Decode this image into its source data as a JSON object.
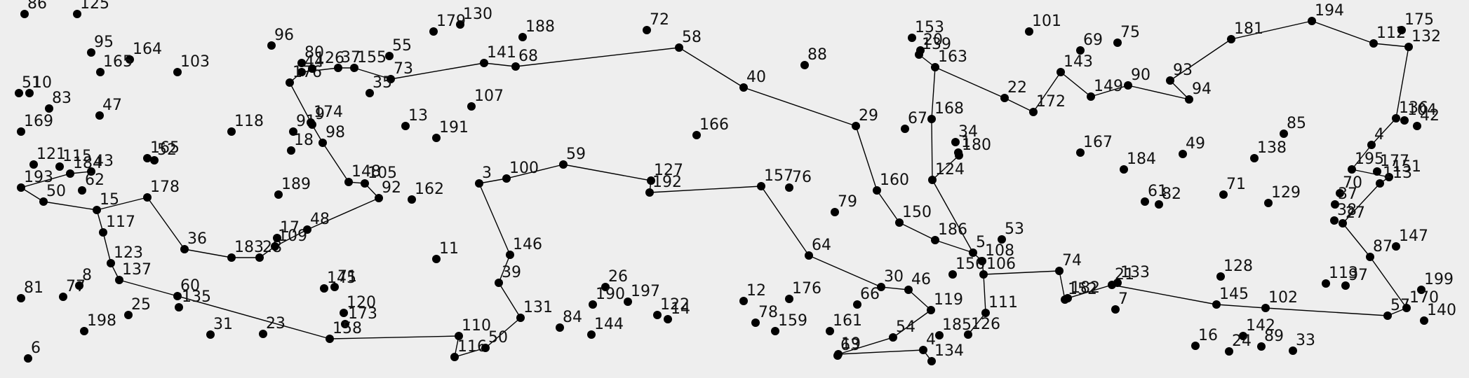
{
  "nodes": [
    {
      "id": "86"
    },
    {
      "id": "125"
    },
    {
      "id": "95"
    },
    {
      "id": "164"
    },
    {
      "id": "165"
    },
    {
      "id": "103"
    },
    {
      "id": "51"
    },
    {
      "id": "10"
    },
    {
      "id": "83"
    },
    {
      "id": "47"
    },
    {
      "id": "169"
    },
    {
      "id": "121"
    },
    {
      "id": "115"
    },
    {
      "id": "184"
    },
    {
      "id": "43"
    },
    {
      "id": "193"
    },
    {
      "id": "62"
    },
    {
      "id": "50"
    },
    {
      "id": "15"
    },
    {
      "id": "178"
    },
    {
      "id": "117"
    },
    {
      "id": "123"
    },
    {
      "id": "137"
    },
    {
      "id": "36"
    },
    {
      "id": "183"
    },
    {
      "id": "28"
    },
    {
      "id": "81"
    },
    {
      "id": "77"
    },
    {
      "id": "8"
    },
    {
      "id": "25"
    },
    {
      "id": "198"
    },
    {
      "id": "60"
    },
    {
      "id": "135"
    },
    {
      "id": "31"
    },
    {
      "id": "23"
    },
    {
      "id": "6"
    },
    {
      "id": "118"
    },
    {
      "id": "165b",
      "label": "165"
    },
    {
      "id": "52"
    },
    {
      "id": "96"
    },
    {
      "id": "80"
    },
    {
      "id": "44"
    },
    {
      "id": "176"
    },
    {
      "id": "126b",
      "label": "126"
    },
    {
      "id": "37"
    },
    {
      "id": "155"
    },
    {
      "id": "189"
    },
    {
      "id": "18"
    },
    {
      "id": "91"
    },
    {
      "id": "174"
    },
    {
      "id": "9"
    },
    {
      "id": "98"
    },
    {
      "id": "148"
    },
    {
      "id": "105"
    },
    {
      "id": "92"
    },
    {
      "id": "17"
    },
    {
      "id": "109"
    },
    {
      "id": "48"
    },
    {
      "id": "145"
    },
    {
      "id": "71"
    },
    {
      "id": "120"
    },
    {
      "id": "173"
    },
    {
      "id": "158"
    },
    {
      "id": "55"
    },
    {
      "id": "73"
    },
    {
      "id": "35"
    },
    {
      "id": "13"
    },
    {
      "id": "191"
    },
    {
      "id": "162"
    },
    {
      "id": "11"
    },
    {
      "id": "179"
    },
    {
      "id": "130"
    },
    {
      "id": "188"
    },
    {
      "id": "141"
    },
    {
      "id": "68"
    },
    {
      "id": "107"
    },
    {
      "id": "72"
    },
    {
      "id": "58"
    },
    {
      "id": "3"
    },
    {
      "id": "100"
    },
    {
      "id": "59"
    },
    {
      "id": "127"
    },
    {
      "id": "192"
    },
    {
      "id": "146"
    },
    {
      "id": "39"
    },
    {
      "id": "131"
    },
    {
      "id": "110"
    },
    {
      "id": "116"
    },
    {
      "id": "50b",
      "label": "50"
    },
    {
      "id": "84"
    },
    {
      "id": "26"
    },
    {
      "id": "190"
    },
    {
      "id": "197"
    },
    {
      "id": "144"
    },
    {
      "id": "122"
    },
    {
      "id": "14"
    },
    {
      "id": "40"
    },
    {
      "id": "88"
    },
    {
      "id": "166"
    },
    {
      "id": "157"
    },
    {
      "id": "76"
    },
    {
      "id": "79"
    },
    {
      "id": "64"
    },
    {
      "id": "12"
    },
    {
      "id": "176b",
      "label": "176"
    },
    {
      "id": "78"
    },
    {
      "id": "159"
    },
    {
      "id": "161"
    },
    {
      "id": "63"
    },
    {
      "id": "19"
    },
    {
      "id": "29"
    },
    {
      "id": "160"
    },
    {
      "id": "150"
    },
    {
      "id": "30"
    },
    {
      "id": "66"
    },
    {
      "id": "46"
    },
    {
      "id": "54"
    },
    {
      "id": "119"
    },
    {
      "id": "153"
    },
    {
      "id": "20"
    },
    {
      "id": "139"
    },
    {
      "id": "163"
    },
    {
      "id": "67"
    },
    {
      "id": "168"
    },
    {
      "id": "34"
    },
    {
      "id": "1"
    },
    {
      "id": "180"
    },
    {
      "id": "124"
    },
    {
      "id": "186"
    },
    {
      "id": "5"
    },
    {
      "id": "53"
    },
    {
      "id": "156"
    },
    {
      "id": "108"
    },
    {
      "id": "106"
    },
    {
      "id": "111"
    },
    {
      "id": "185"
    },
    {
      "id": "126"
    },
    {
      "id": "4b",
      "label": "4"
    },
    {
      "id": "134"
    },
    {
      "id": "101"
    },
    {
      "id": "22"
    },
    {
      "id": "172"
    },
    {
      "id": "143"
    },
    {
      "id": "69"
    },
    {
      "id": "149"
    },
    {
      "id": "75"
    },
    {
      "id": "90"
    },
    {
      "id": "93"
    },
    {
      "id": "94"
    },
    {
      "id": "167"
    },
    {
      "id": "184b",
      "label": "184"
    },
    {
      "id": "61"
    },
    {
      "id": "82"
    },
    {
      "id": "49"
    },
    {
      "id": "74"
    },
    {
      "id": "152"
    },
    {
      "id": "182"
    },
    {
      "id": "21"
    },
    {
      "id": "133"
    },
    {
      "id": "7"
    },
    {
      "id": "128"
    },
    {
      "id": "145b",
      "label": "145"
    },
    {
      "id": "102"
    },
    {
      "id": "16"
    },
    {
      "id": "142"
    },
    {
      "id": "24"
    },
    {
      "id": "89"
    },
    {
      "id": "33"
    },
    {
      "id": "181"
    },
    {
      "id": "194"
    },
    {
      "id": "112"
    },
    {
      "id": "175"
    },
    {
      "id": "132"
    },
    {
      "id": "136"
    },
    {
      "id": "104"
    },
    {
      "id": "42"
    },
    {
      "id": "85"
    },
    {
      "id": "138"
    },
    {
      "id": "4"
    },
    {
      "id": "71b",
      "label": "71"
    },
    {
      "id": "129"
    },
    {
      "id": "70"
    },
    {
      "id": "195"
    },
    {
      "id": "177"
    },
    {
      "id": "151"
    },
    {
      "id": "113"
    },
    {
      "id": "37b",
      "label": "37"
    },
    {
      "id": "38"
    },
    {
      "id": "27"
    },
    {
      "id": "87"
    },
    {
      "id": "147"
    },
    {
      "id": "113b",
      "label": "113"
    },
    {
      "id": "97"
    },
    {
      "id": "199"
    },
    {
      "id": "57"
    },
    {
      "id": "170"
    },
    {
      "id": "140"
    }
  ],
  "edges": [
    [
      "193",
      "184"
    ],
    [
      "184",
      "43"
    ],
    [
      "193",
      "50"
    ],
    [
      "50",
      "15"
    ],
    [
      "15",
      "117"
    ],
    [
      "117",
      "123"
    ],
    [
      "123",
      "137"
    ],
    [
      "137",
      "60"
    ],
    [
      "60",
      "158"
    ],
    [
      "158",
      "110"
    ],
    [
      "110",
      "116"
    ],
    [
      "116",
      "50b"
    ],
    [
      "50b",
      "131"
    ],
    [
      "131",
      "39"
    ],
    [
      "39",
      "146"
    ],
    [
      "146",
      "3"
    ],
    [
      "3",
      "100"
    ],
    [
      "100",
      "59"
    ],
    [
      "59",
      "127"
    ],
    [
      "127",
      "192"
    ],
    [
      "192",
      "157"
    ],
    [
      "157",
      "64"
    ],
    [
      "64",
      "30"
    ],
    [
      "30",
      "46"
    ],
    [
      "46",
      "119"
    ],
    [
      "119",
      "54"
    ],
    [
      "54",
      "19"
    ],
    [
      "19",
      "4b"
    ],
    [
      "4b",
      "134"
    ],
    [
      "15",
      "178"
    ],
    [
      "178",
      "36"
    ],
    [
      "36",
      "183"
    ],
    [
      "183",
      "28"
    ],
    [
      "28",
      "109"
    ],
    [
      "109",
      "48"
    ],
    [
      "48",
      "92"
    ],
    [
      "92",
      "105"
    ],
    [
      "105",
      "148"
    ],
    [
      "148",
      "98"
    ],
    [
      "98",
      "174"
    ],
    [
      "174",
      "9"
    ],
    [
      "9",
      "176"
    ],
    [
      "176",
      "44"
    ],
    [
      "44",
      "37"
    ],
    [
      "37",
      "155"
    ],
    [
      "155",
      "73"
    ],
    [
      "73",
      "141"
    ],
    [
      "141",
      "68"
    ],
    [
      "68",
      "58"
    ],
    [
      "58",
      "40"
    ],
    [
      "40",
      "29"
    ],
    [
      "29",
      "160"
    ],
    [
      "160",
      "150"
    ],
    [
      "150",
      "186"
    ],
    [
      "186",
      "5"
    ],
    [
      "5",
      "124"
    ],
    [
      "124",
      "168"
    ],
    [
      "168",
      "163"
    ],
    [
      "163",
      "139"
    ],
    [
      "163",
      "22"
    ],
    [
      "22",
      "172"
    ],
    [
      "172",
      "143"
    ],
    [
      "143",
      "149"
    ],
    [
      "149",
      "90"
    ],
    [
      "90",
      "94"
    ],
    [
      "94",
      "93"
    ],
    [
      "93",
      "181"
    ],
    [
      "181",
      "194"
    ],
    [
      "194",
      "112"
    ],
    [
      "112",
      "132"
    ],
    [
      "132",
      "136"
    ],
    [
      "136",
      "4"
    ],
    [
      "4",
      "195"
    ],
    [
      "195",
      "151"
    ],
    [
      "151",
      "113"
    ],
    [
      "113",
      "27"
    ],
    [
      "27",
      "87"
    ],
    [
      "87",
      "170"
    ],
    [
      "170",
      "57"
    ],
    [
      "5",
      "108"
    ],
    [
      "108",
      "106"
    ],
    [
      "106",
      "74"
    ],
    [
      "74",
      "152"
    ],
    [
      "152",
      "182"
    ],
    [
      "182",
      "21"
    ],
    [
      "21",
      "145b"
    ],
    [
      "145b",
      "102"
    ],
    [
      "102",
      "57"
    ],
    [
      "106",
      "111"
    ],
    [
      "111",
      "126"
    ],
    [
      "124",
      "180"
    ]
  ]
}
